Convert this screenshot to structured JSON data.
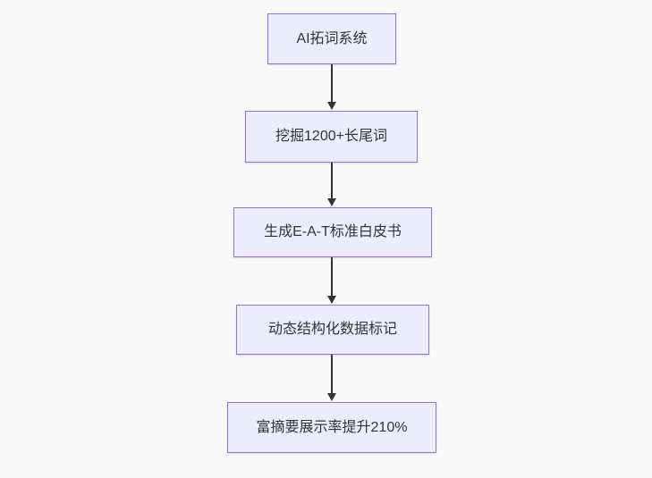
{
  "diagram": {
    "type": "flowchart",
    "direction": "top-down",
    "colors": {
      "background": "#f9f9f9",
      "node_fill": "#ECECFF",
      "node_border": "#9370DB",
      "text": "#333333",
      "arrow": "#333333"
    },
    "nodes": [
      {
        "id": "n1",
        "label": "AI拓词系统"
      },
      {
        "id": "n2",
        "label": "挖掘1200+长尾词"
      },
      {
        "id": "n3",
        "label": "生成E-A-T标准白皮书"
      },
      {
        "id": "n4",
        "label": "动态结构化数据标记"
      },
      {
        "id": "n5",
        "label": "富摘要展示率提升210%"
      }
    ],
    "edges": [
      {
        "from": "n1",
        "to": "n2"
      },
      {
        "from": "n2",
        "to": "n3"
      },
      {
        "from": "n3",
        "to": "n4"
      },
      {
        "from": "n4",
        "to": "n5"
      }
    ]
  }
}
